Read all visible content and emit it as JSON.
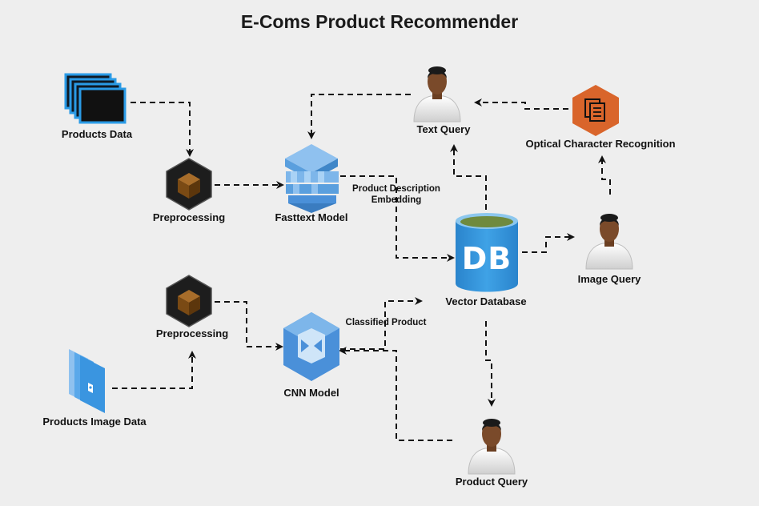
{
  "title": "E-Coms Product Recommender",
  "nodes": {
    "products_data": "Products Data",
    "preprocessing_top": "Preprocessing",
    "fasttext_model": "Fasttext Model",
    "text_query": "Text Query",
    "ocr": "Optical Character Recognition",
    "vector_database": "Vector Database",
    "db_icon_text": "DB",
    "image_query": "Image Query",
    "preprocessing_bottom": "Preprocessing",
    "products_image_data": "Products Image Data",
    "cnn_model": "CNN Model",
    "product_query": "Product Query"
  },
  "edge_labels": {
    "product_description_line1": "Product Description",
    "product_description_line2": "Embedding",
    "classified_product": "Classified Product"
  },
  "colors": {
    "background": "#eeeeee",
    "aws_blue": "#4a90d9",
    "aws_light_blue": "#8fc1ef",
    "db_blue": "#2e8fd8",
    "ocr_orange": "#d9652b",
    "cube_dark": "#1b1b1b",
    "cube_brown": "#7a4a14",
    "skin": "#7a4a2a"
  }
}
